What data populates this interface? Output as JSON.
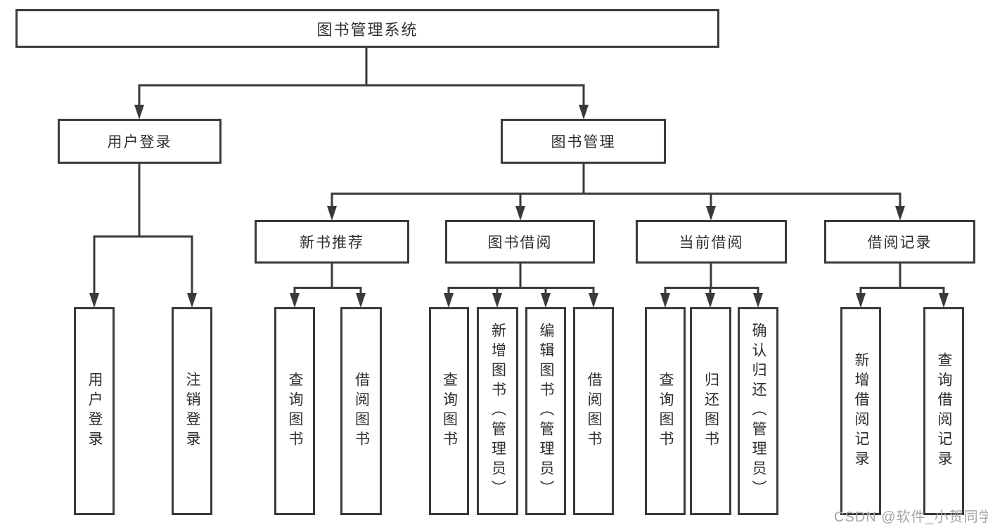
{
  "diagram": {
    "type": "hierarchy-tree",
    "nodes": {
      "root": {
        "label": "图书管理系统"
      },
      "userLogin": {
        "label": "用户登录"
      },
      "bookManagement": {
        "label": "图书管理"
      },
      "login": {
        "label": "用户登录"
      },
      "logout": {
        "label": "注销登录"
      },
      "newBookRecommend": {
        "label": "新书推荐"
      },
      "bookBorrowing": {
        "label": "图书借阅"
      },
      "currentBorrowing": {
        "label": "当前借阅"
      },
      "borrowRecords": {
        "label": "借阅记录"
      },
      "recQueryBooks": {
        "label": "查询图书"
      },
      "recBorrowBooks": {
        "label": "借阅图书"
      },
      "bbQueryBooks": {
        "label": "查询图书"
      },
      "bbAddBooks": {
        "label": "新增图书（管理员）"
      },
      "bbEditBooks": {
        "label": "编辑图书（管理员）"
      },
      "bbBorrowBooks": {
        "label": "借阅图书"
      },
      "cbQueryBooks": {
        "label": "查询图书"
      },
      "cbReturnBooks": {
        "label": "归还图书"
      },
      "cbConfirmReturn": {
        "label": "确认归还（管理员）"
      },
      "brAddRecord": {
        "label": "新增借阅记录"
      },
      "brQueryRecord": {
        "label": "查询借阅记录"
      }
    },
    "hierarchy": {
      "图书管理系统": {
        "用户登录": [
          "用户登录",
          "注销登录"
        ],
        "图书管理": {
          "新书推荐": [
            "查询图书",
            "借阅图书"
          ],
          "图书借阅": [
            "查询图书",
            "新增图书（管理员）",
            "编辑图书（管理员）",
            "借阅图书"
          ],
          "当前借阅": [
            "查询图书",
            "归还图书",
            "确认归还（管理员）"
          ],
          "借阅记录": [
            "新增借阅记录",
            "查询借阅记录"
          ]
        }
      }
    },
    "watermark": "CSDN @软件_小贺同学",
    "colors": {
      "line": "#3a3a3a",
      "text": "#2e2e2e",
      "watermark": "#a6a6a6",
      "background": "#ffffff"
    }
  }
}
